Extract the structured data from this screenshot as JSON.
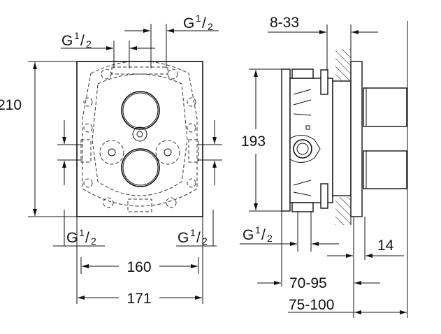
{
  "labels": {
    "thread_sym": "G",
    "thread_num": "1",
    "thread_den": "2",
    "height_front": "210",
    "height_side": "193",
    "wall_depth": "8-33",
    "width_inner": "160",
    "width_outer": "171",
    "cover_offset": "14",
    "install_depth_a": "70-95",
    "install_depth_b": "75-100"
  }
}
